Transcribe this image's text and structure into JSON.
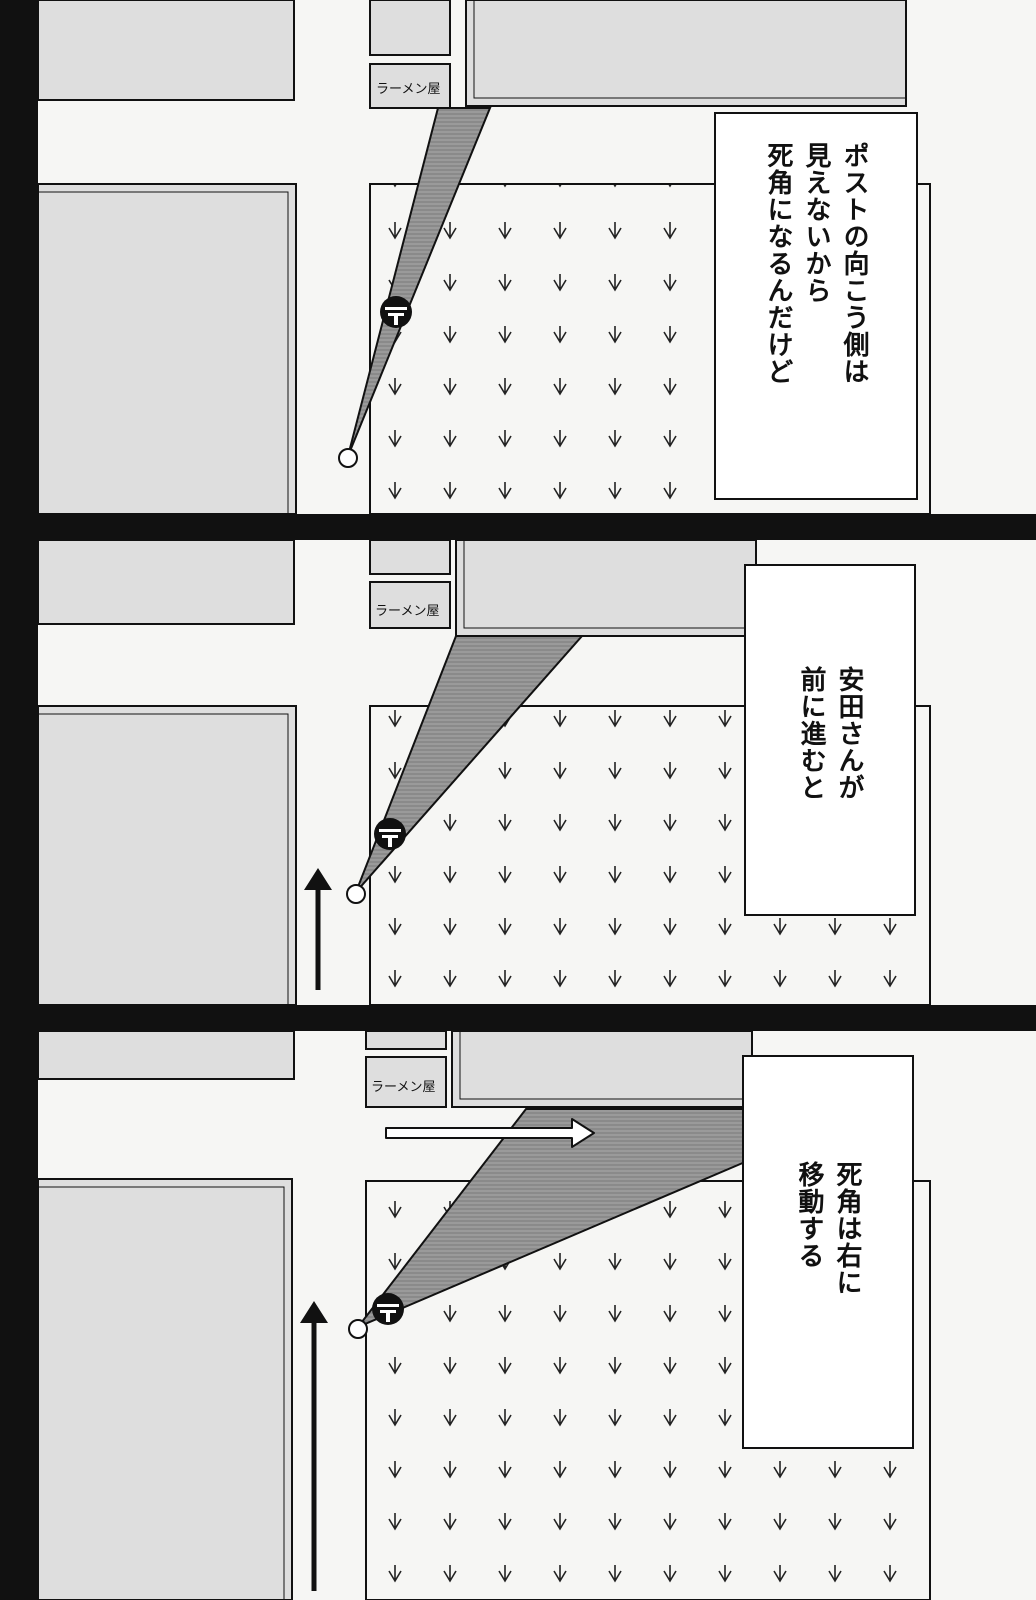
{
  "panels": [
    {
      "shop_sign": "ラーメン屋",
      "caption_lines": [
        "ポストの向こう側は",
        "見えないから",
        "死角になるんだけど"
      ]
    },
    {
      "shop_sign": "ラーメン屋",
      "caption_lines": [
        "安田さんが",
        "前に進むと"
      ]
    },
    {
      "shop_sign": "ラーメン屋",
      "caption_lines": [
        "死角は右に",
        "移動する"
      ]
    }
  ]
}
